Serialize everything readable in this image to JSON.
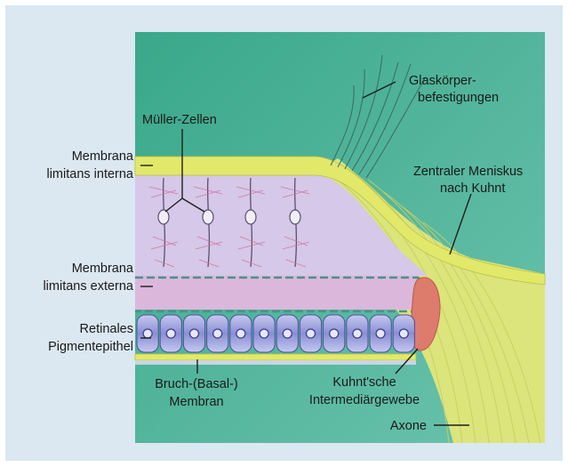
{
  "labels": {
    "glaskoerper_1": "Glaskörper-",
    "glaskoerper_2": "befestigungen",
    "mueller": "Müller-Zellen",
    "mli_1": "Membrana",
    "mli_2": "limitans interna",
    "meniskus_1": "Zentraler Meniskus",
    "meniskus_2": "nach Kuhnt",
    "mle_1": "Membrana",
    "mle_2": "limitans externa",
    "rpe_1": "Retinales",
    "rpe_2": "Pigmentepithel",
    "bruch_1": "Bruch-(Basal-)",
    "bruch_2": "Membran",
    "kuhnt_1": "Kuhnt'sche",
    "kuhnt_2": "Intermediärgewebe",
    "axone": "Axone"
  },
  "colors": {
    "panel_background": "#dbe7f1",
    "vitreous": "#5fb8a0",
    "inner_limiting_membrane": "#e2e86a",
    "retina": "#d3c7e6",
    "outer_retina_band": "#dcb7dc",
    "pigment_epithelium": "#7a80c8",
    "kuhnt_tissue": "#dd7b6c",
    "nerve_fibers": "#dce47c"
  }
}
